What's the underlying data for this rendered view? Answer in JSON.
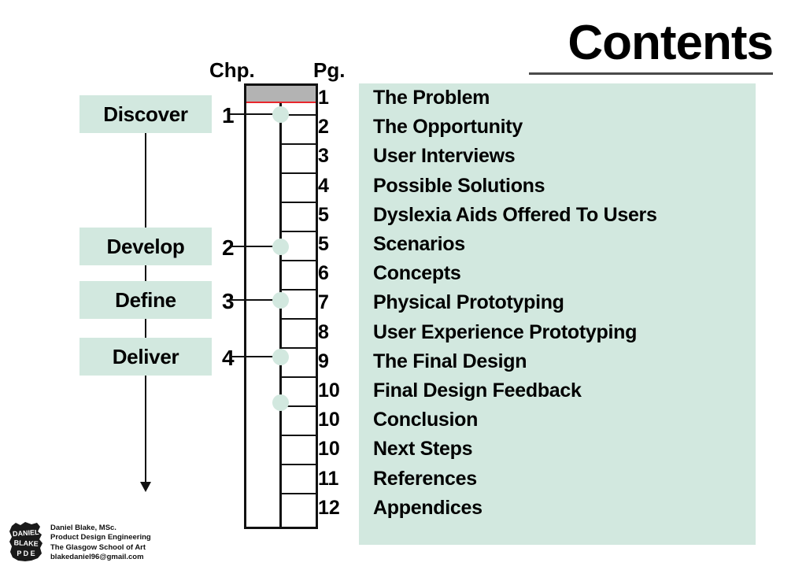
{
  "header": {
    "title": "Contents",
    "rule_color": "#4a4a4a"
  },
  "colors": {
    "mint": "#d2e8df",
    "gray_band": "#b3b3b3",
    "red_line": "#e8262b",
    "ink": "#111111"
  },
  "columns": {
    "chapter_header": "Chp.",
    "page_header": "Pg."
  },
  "phases": [
    {
      "label": "Discover",
      "chapter": "1"
    },
    {
      "label": "Develop",
      "chapter": "2"
    },
    {
      "label": "Define",
      "chapter": "3"
    },
    {
      "label": "Deliver",
      "chapter": "4"
    }
  ],
  "contents": [
    {
      "page": "1",
      "title": "The Problem"
    },
    {
      "page": "2",
      "title": "The Opportunity"
    },
    {
      "page": "3",
      "title": "User Interviews"
    },
    {
      "page": "4",
      "title": "Possible Solutions"
    },
    {
      "page": "5",
      "title": "Dyslexia Aids Offered To Users"
    },
    {
      "page": "5",
      "title": "Scenarios"
    },
    {
      "page": "6",
      "title": "Concepts"
    },
    {
      "page": "7",
      "title": "Physical Prototyping"
    },
    {
      "page": "8",
      "title": "User Experience Prototyping"
    },
    {
      "page": "9",
      "title": "The Final Design"
    },
    {
      "page": "10",
      "title": "Final Design Feedback"
    },
    {
      "page": "10",
      "title": "Conclusion"
    },
    {
      "page": "10",
      "title": "Next Steps"
    },
    {
      "page": "11",
      "title": "References"
    },
    {
      "page": "12",
      "title": "Appendices"
    }
  ],
  "footer": {
    "logo_lines": [
      "DANIEL",
      "BLAKE",
      "PDE"
    ],
    "lines": [
      "Daniel Blake, MSc.",
      "Product Design Engineering",
      "The Glasgow School of Art",
      "blakedaniel96@gmail.com"
    ]
  }
}
